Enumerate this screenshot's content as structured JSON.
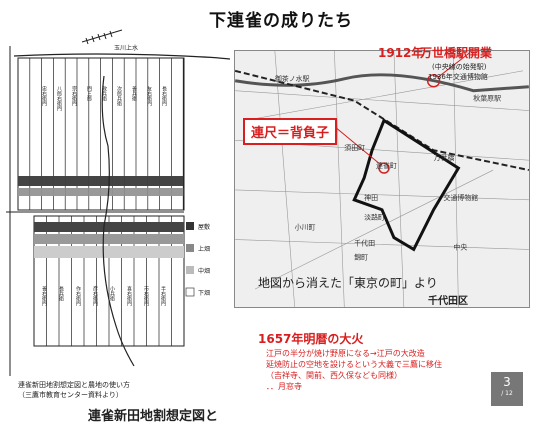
{
  "slide": {
    "title": "下連雀の成りたち",
    "page_number": "3",
    "page_total": "/ 12"
  },
  "left_map": {
    "legend": [
      "屋敷",
      "上畑",
      "中畑",
      "下畑"
    ],
    "top_labels": [
      "玉川上水"
    ],
    "column_labels": [
      "忠右衛門",
      "八郎右衛門",
      "宗右衛門",
      "門三郎",
      "政兵衛",
      "次郎兵衛",
      "善兵衛",
      "友右衛門",
      "長右衛門"
    ],
    "lower_labels": [
      "善右衛門",
      "長兵衛",
      "作右衛門",
      "彦右衛門",
      "小兵衛",
      "喜右衛門",
      "市右衛門",
      "半右衛門"
    ],
    "caption1": "連雀新田地割想定図と農地の使い方",
    "caption2": "（三鷹市教育センター資料より）",
    "caption_big": "連雀新田地割想定図と"
  },
  "right_map": {
    "year": "1912年",
    "station": "万世橋駅開業",
    "station_sub1": "(中央線の始発駅)",
    "station_sub2": "1936年交通博物館",
    "renjaku": "連尺＝背負子",
    "map_labels": [
      "御茶ノ水駅",
      "秋葉原駅",
      "神田",
      "連雀町",
      "須田町",
      "淡路町",
      "小川町",
      "錦町",
      "千代田",
      "中央",
      "交通博物館",
      "万世橋"
    ],
    "caption": "地図から消えた「東京の町」より",
    "ward": "千代田区"
  },
  "fire": {
    "title": "1657年明暦の大火",
    "lines": [
      "江戸の半分が焼け野原になる→江戸の大改造",
      "延焼防止の空地を設けるという大義で三鷹に移住",
      "（吉祥寺、関前、西久保なども同様）",
      "．．月窓寺"
    ]
  }
}
